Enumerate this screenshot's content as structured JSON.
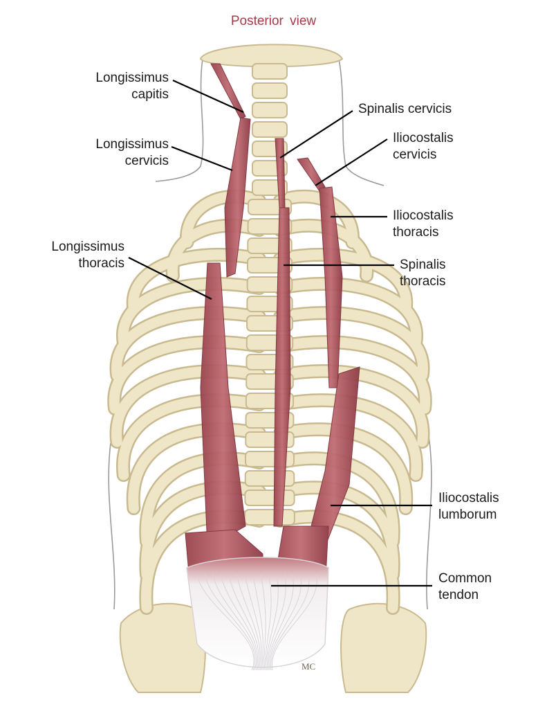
{
  "view_title": "Posterior view",
  "labels": {
    "longissimus_capitis": [
      "Longissimus",
      "capitis"
    ],
    "longissimus_cervicis": [
      "Longissimus",
      "cervicis"
    ],
    "longissimus_thoracis": [
      "Longissimus",
      "thoracis"
    ],
    "spinalis_cervicis": [
      "Spinalis cervicis"
    ],
    "iliocostalis_cervicis": [
      "Iliocostalis",
      "cervicis"
    ],
    "iliocostalis_thoracis": [
      "Iliocostalis",
      "thoracis"
    ],
    "spinalis_thoracis": [
      "Spinalis",
      "thoracis"
    ],
    "iliocostalis_lumborum": [
      "Iliocostalis",
      "lumborum"
    ],
    "common_tendon": [
      "Common",
      "tendon"
    ]
  },
  "artist_signature": "MC",
  "colors": {
    "title": "#a53a48",
    "bone": "#efe6c8",
    "bone_edge": "#c9b98f",
    "muscle": "#b35a63",
    "muscle_dark": "#8e3b45",
    "tendon": "#f4f4f6",
    "leader": "#000000",
    "body_outline": "#9a9a9a"
  }
}
